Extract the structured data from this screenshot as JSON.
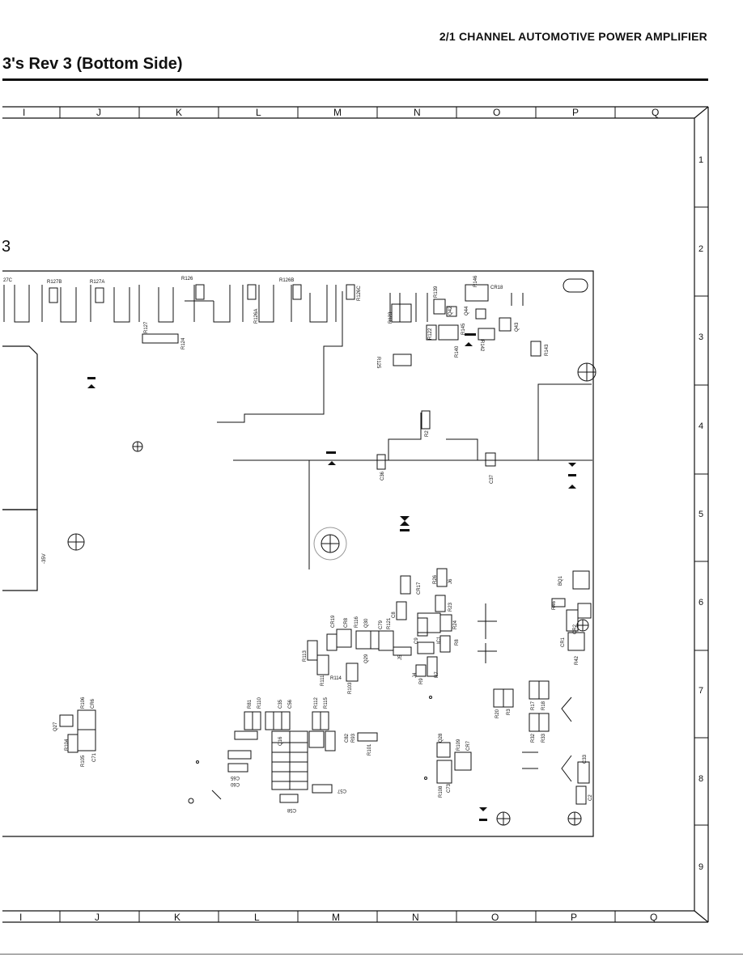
{
  "header": {
    "title": "2/1 CHANNEL AUTOMOTIVE POWER AMPLIFIER",
    "section": "3's Rev 3 (Bottom Side)"
  },
  "board_label": "3",
  "grid": {
    "columns_top": [
      "I",
      "J",
      "K",
      "L",
      "M",
      "N",
      "O",
      "P",
      "Q"
    ],
    "columns_bottom": [
      "I",
      "J",
      "K",
      "L",
      "M",
      "N",
      "O",
      "P",
      "Q"
    ],
    "rows": [
      "1",
      "2",
      "3",
      "4",
      "5",
      "6",
      "7",
      "8",
      "9"
    ]
  },
  "edge_note": "-35V",
  "components": [
    "27C",
    "R127B",
    "R127A",
    "R126",
    "R126B",
    "R126C",
    "R126A",
    "R127",
    "R124",
    "R123",
    "R139",
    "R146",
    "CR18",
    "Q42",
    "Q44",
    "Q43",
    "R122",
    "R145",
    "R140",
    "R142",
    "R143",
    "R125",
    "R2",
    "C36",
    "C37",
    "R26",
    "J6",
    "CR17",
    "R23",
    "R24",
    "R8",
    "IC1",
    "C9",
    "J5",
    "C8",
    "C79",
    "R121",
    "R116",
    "CR8",
    "CR19",
    "Q30",
    "Q29",
    "R113",
    "R111",
    "R114",
    "R103",
    "J4",
    "R9",
    "R7",
    "R46",
    "BQ1",
    "CR2",
    "CR1",
    "R42",
    "R20",
    "R3",
    "R17",
    "R18",
    "R32",
    "R33",
    "C33",
    "C2",
    "R81",
    "R110",
    "C35",
    "C56",
    "R112",
    "R115",
    "Q16",
    "C82",
    "R93",
    "R101",
    "C60",
    "C58",
    "Q28",
    "R109",
    "CR7",
    "R108",
    "C73",
    "Q27",
    "CR6",
    "R106",
    "R104",
    "R105",
    "C71",
    "C57",
    "C65"
  ]
}
